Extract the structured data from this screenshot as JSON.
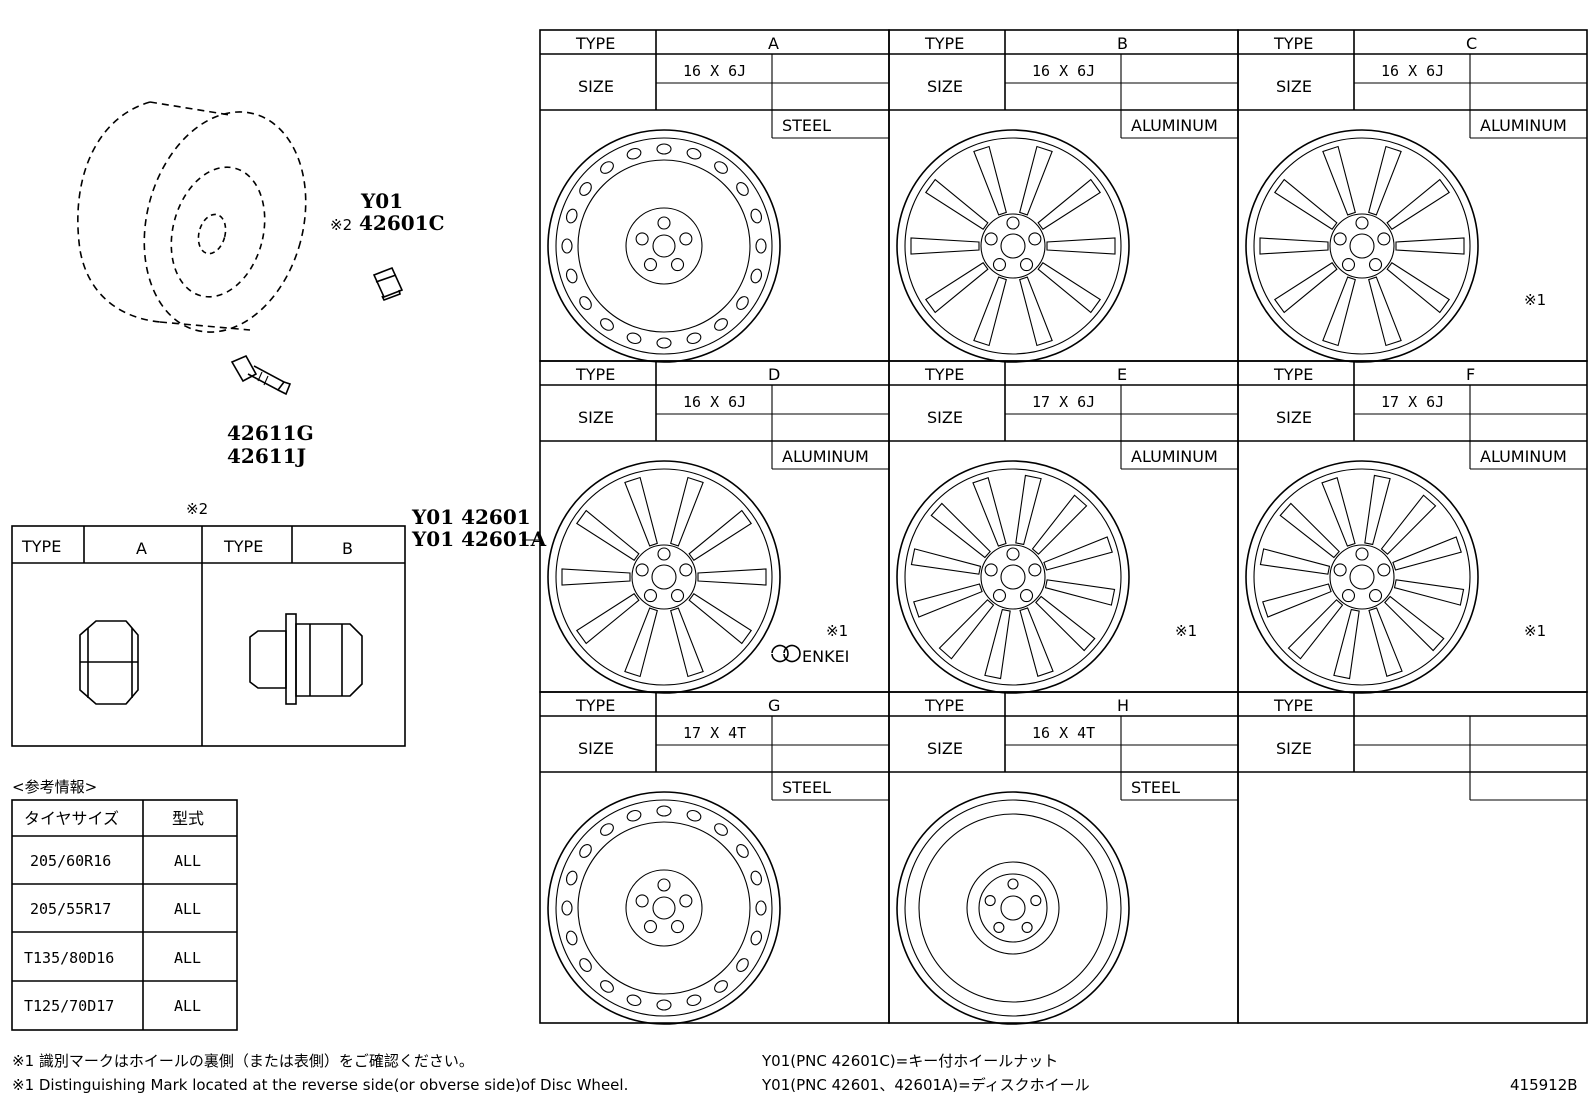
{
  "labels": {
    "type": "TYPE",
    "size": "SIZE",
    "mark": "※1",
    "note_ref": "※2"
  },
  "wheels": [
    {
      "type": "A",
      "size": "16 X 6J",
      "material": "STEEL",
      "style": "steel",
      "mark": ""
    },
    {
      "type": "B",
      "size": "16 X 6J",
      "material": "ALUMINUM",
      "style": "alloy1",
      "mark": ""
    },
    {
      "type": "C",
      "size": "16 X 6J",
      "material": "ALUMINUM",
      "style": "alloy2",
      "mark": "※1"
    },
    {
      "type": "D",
      "size": "16 X 6J",
      "material": "ALUMINUM",
      "style": "alloy2",
      "mark": "※1",
      "brand": "ENKEI"
    },
    {
      "type": "E",
      "size": "17 X 6J",
      "material": "ALUMINUM",
      "style": "alloy3",
      "mark": "※1"
    },
    {
      "type": "F",
      "size": "17 X 6J",
      "material": "ALUMINUM",
      "style": "alloy3",
      "mark": "※1"
    },
    {
      "type": "G",
      "size": "17 X 4T",
      "material": "STEEL",
      "style": "steel",
      "mark": ""
    },
    {
      "type": "H",
      "size": "16 X 4T",
      "material": "STEEL",
      "style": "spare",
      "mark": ""
    },
    {
      "type": "",
      "size": "",
      "material": "",
      "style": "none",
      "mark": ""
    }
  ],
  "parts": {
    "nut_code": "Y01",
    "nut_ref": "※2",
    "nut_pn": "42601C",
    "valve_pn1": "42611G",
    "valve_pn2": "42611J",
    "wheel_pn1": "Y01 42601",
    "wheel_pn2": "Y01 42601A"
  },
  "nut_table": {
    "title": "※2",
    "cols": [
      {
        "type": "TYPE",
        "value": "A"
      },
      {
        "type": "TYPE",
        "value": "B"
      }
    ]
  },
  "ref_info": {
    "title": "<参考情報>",
    "headers": [
      "タイヤサイズ",
      "型式"
    ],
    "rows": [
      [
        "205/60R16",
        "ALL"
      ],
      [
        "205/55R17",
        "ALL"
      ],
      [
        "T135/80D16",
        "ALL"
      ],
      [
        "T125/70D17",
        "ALL"
      ]
    ]
  },
  "footnotes": {
    "jp": "※1 識別マークはホイールの裏側（または表側）をご確認ください。",
    "en": "※1 Distinguishing Mark located at the reverse side(or obverse side)of Disc Wheel.",
    "pnc1": "Y01(PNC 42601C)=キー付ホイールナット",
    "pnc2": "Y01(PNC 42601、42601A)=ディスクホイール",
    "figure_id": "415912B"
  }
}
